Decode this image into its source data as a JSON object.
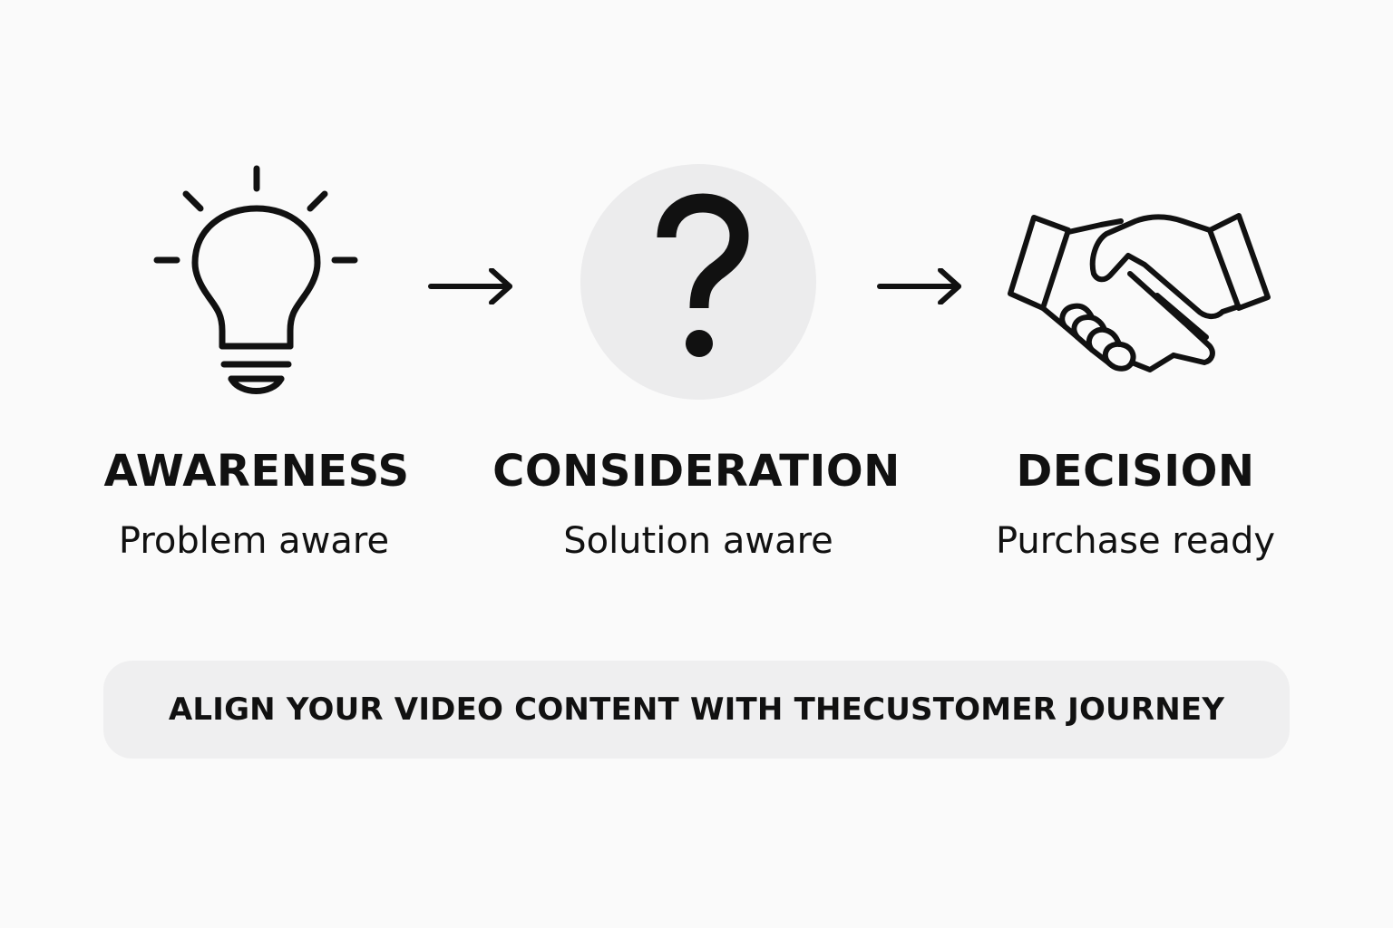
{
  "stages": [
    {
      "title": "AWARENESS",
      "subtitle": "Problem aware",
      "icon": "lightbulb-icon"
    },
    {
      "title": "CONSIDERATION",
      "subtitle": "Solution aware",
      "icon": "question-mark-icon"
    },
    {
      "title": "DECISION",
      "subtitle": "Purchase ready",
      "icon": "handshake-icon"
    }
  ],
  "arrows": [
    "right-arrow-icon",
    "right-arrow-icon"
  ],
  "banner": {
    "text": "ALIGN YOUR VIDEO CONTENT WITH THECUSTOMER JOURNEY"
  },
  "colors": {
    "background": "#fafafa",
    "ink": "#111111",
    "circle": "#ececed",
    "banner": "#efeff0"
  }
}
